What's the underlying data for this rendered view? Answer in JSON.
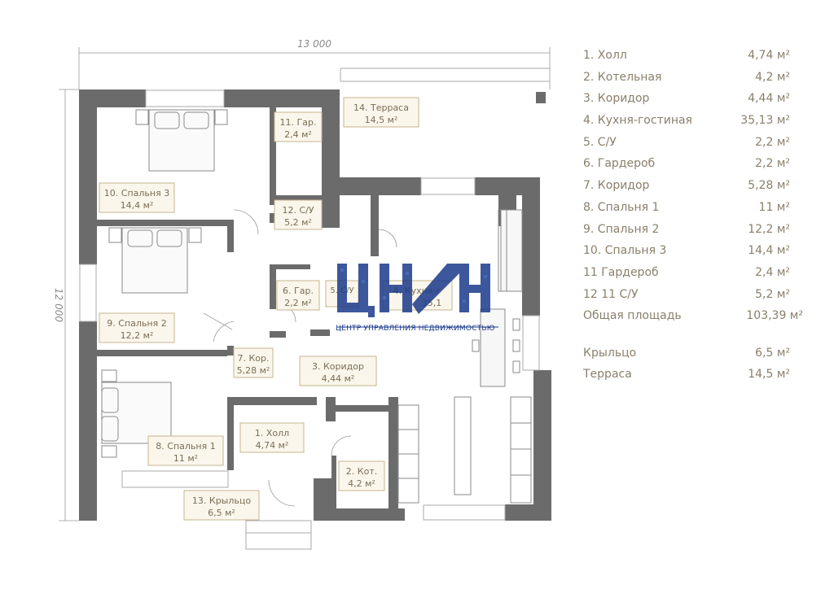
{
  "dimensions": {
    "width_label": "13 000",
    "height_label": "12 000"
  },
  "rooms": [
    {
      "id": "room-1",
      "name": "1. Холл",
      "area": "4,74 м²"
    },
    {
      "id": "room-2",
      "name": "2. Кот.",
      "area": "4,2 м²"
    },
    {
      "id": "room-3",
      "name": "3. Коридор",
      "area": "4,44 м²"
    },
    {
      "id": "room-4",
      "name": "4. Кухня-г",
      "area": "35,1"
    },
    {
      "id": "room-5",
      "name": "5. С/У",
      "area": ""
    },
    {
      "id": "room-6",
      "name": "6. Гар.",
      "area": "2,2 м²"
    },
    {
      "id": "room-7",
      "name": "7. Кор.",
      "area": "5,28 м²"
    },
    {
      "id": "room-8",
      "name": "8. Спальня 1",
      "area": "11 м²"
    },
    {
      "id": "room-9",
      "name": "9. Спальня 2",
      "area": "12,2 м²"
    },
    {
      "id": "room-10",
      "name": "10. Спальня 3",
      "area": "14,4 м²"
    },
    {
      "id": "room-11",
      "name": "11. Гар.",
      "area": "2,4 м²"
    },
    {
      "id": "room-12",
      "name": "12. С/У",
      "area": "5,2 м²"
    },
    {
      "id": "room-13",
      "name": "13. Крыльцо",
      "area": "6,5 м²"
    },
    {
      "id": "room-14",
      "name": "14. Терраса",
      "area": "14,5 м²"
    }
  ],
  "legend": {
    "items": [
      {
        "name": "1.  Холл",
        "area": "4,74 м²"
      },
      {
        "name": "2.  Котельная",
        "area": "4,2 м²"
      },
      {
        "name": "3.  Коридор",
        "area": "4,44 м²"
      },
      {
        "name": "4.  Кухня-гостиная",
        "area": "35,13 м²"
      },
      {
        "name": "5.  С/У",
        "area": "2,2 м²"
      },
      {
        "name": "6.  Гардероб",
        "area": "2,2 м²"
      },
      {
        "name": "7.  Коридор",
        "area": "5,28 м²"
      },
      {
        "name": "8.  Спальня 1",
        "area": "11 м²"
      },
      {
        "name": "9.  Спальня 2",
        "area": "12,2 м²"
      },
      {
        "name": "10. Спальня 3",
        "area": "14,4 м²"
      },
      {
        "name": "11  Гардероб",
        "area": "2,4 м²"
      },
      {
        "name": "12  11 С/У",
        "area": "5,2 м²"
      }
    ],
    "total": {
      "name": "Общая площадь",
      "area": "103,39 м²"
    },
    "extras": [
      {
        "name": "Крыльцо",
        "area": "6,5 м²"
      },
      {
        "name": "Терраса",
        "area": "14,5 м²"
      }
    ]
  },
  "watermark": {
    "caption": "ЦЕНТР УПРАВЛЕНИЯ НЕДВИЖИМОСТЬЮ"
  },
  "colors": {
    "wall": "#6b6b6b",
    "label_bg": "#fbf6ec",
    "label_border": "#c7b48f",
    "label_text": "#7a6d55",
    "legend_text": "#8a7f6c",
    "line": "#9a9a9a",
    "watermark_blue": "#1b3a8a"
  }
}
